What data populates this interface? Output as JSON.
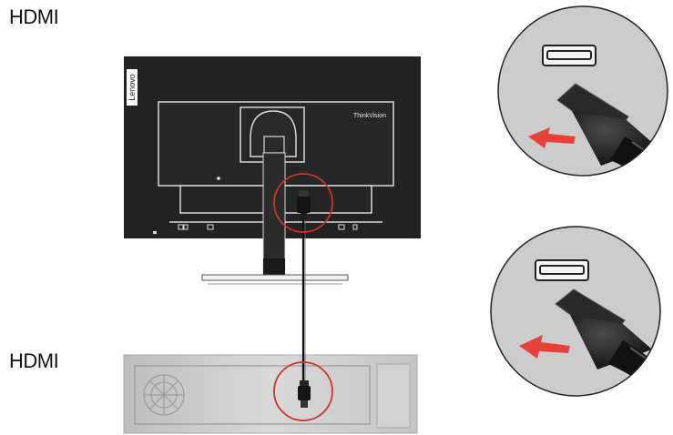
{
  "labels": {
    "monitor_port": "HDMI",
    "computer_port": "HDMI"
  },
  "monitor": {
    "brand_side_text": "Lenovo",
    "brand_back_text": "ThinkVision"
  },
  "colors": {
    "highlight_circle": "#d0302c",
    "arrow": "#e8413a",
    "monitor_body": "#222222",
    "cable": "#111111",
    "computer_case": "#cfcfcf"
  },
  "icons": [
    "hdmi-port-icon",
    "hdmi-plug-icon",
    "insert-arrow-icon",
    "fan-vent-icon"
  ]
}
